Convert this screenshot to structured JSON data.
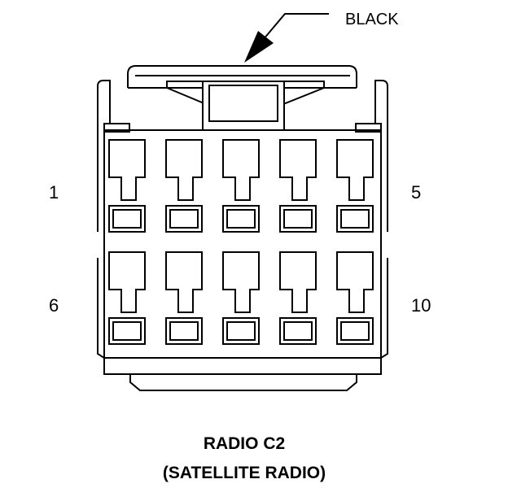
{
  "connector": {
    "wire_color": "BLACK",
    "pin_labels": {
      "top_left": "1",
      "top_right": "5",
      "bottom_left": "6",
      "bottom_right": "10"
    },
    "rows": 2,
    "pins_per_row": 5
  },
  "caption": {
    "line1": "RADIO C2",
    "line2": "(SATELLITE RADIO)"
  }
}
